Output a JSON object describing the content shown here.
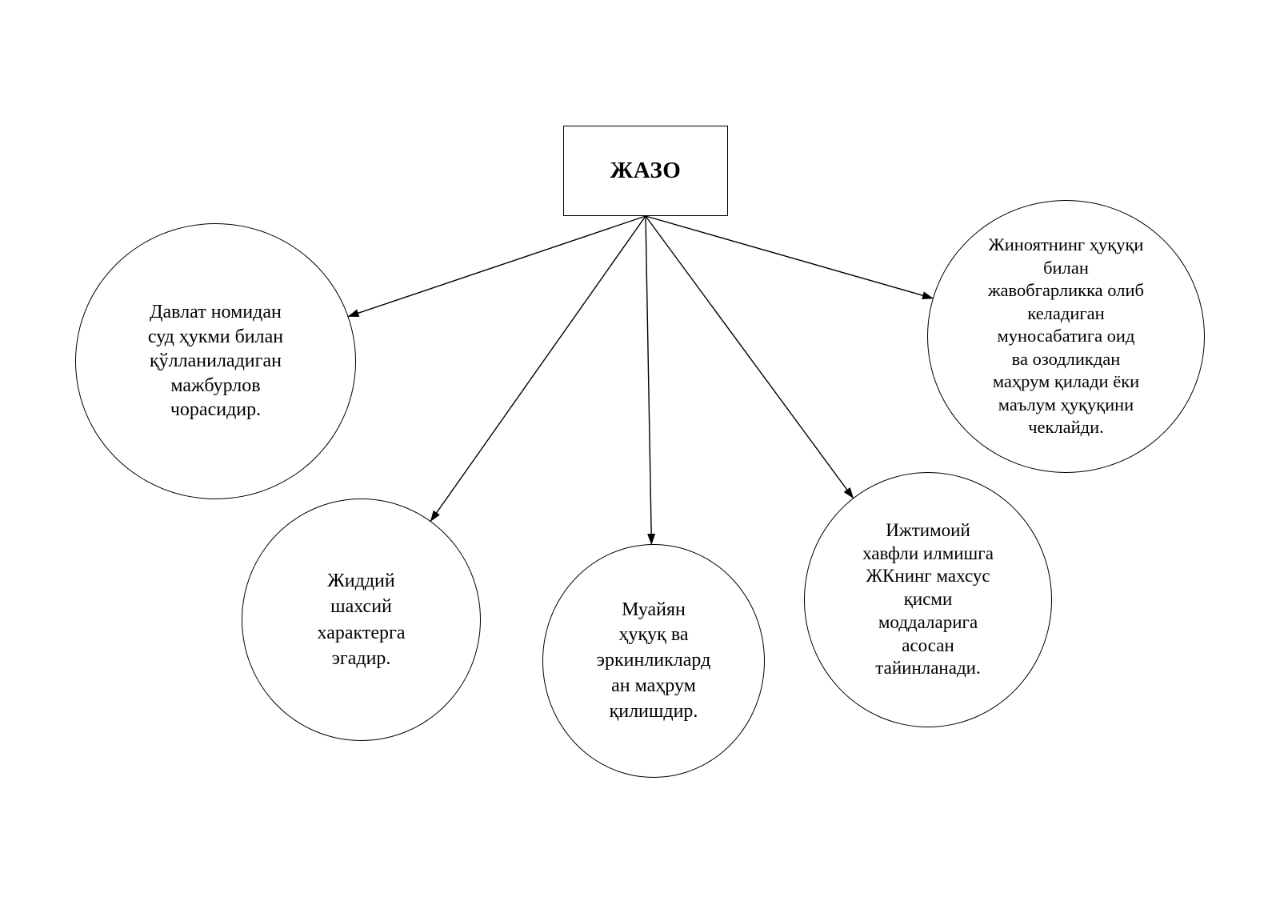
{
  "root": {
    "title": "ЖАЗО"
  },
  "nodes": [
    {
      "id": "n1",
      "text": "Давлат номидан\nсуд ҳукми билан\nқўлланиладиган\nмажбурлов\nчорасидир."
    },
    {
      "id": "n2",
      "text": "Жиддий\nшахсий\nхарактерга\nэгадир."
    },
    {
      "id": "n3",
      "text": "Муайян\nҳуқуқ ва\nэркинликлард\nан маҳрум\nқилишдир."
    },
    {
      "id": "n4",
      "text": "Ижтимоий\nхавфли илмишга\nЖКнинг махсус\nқисми\nмоддаларига\nасосан\nтайинланади."
    },
    {
      "id": "n5",
      "text": "Жиноятнинг ҳуқуқи\nбилан\nжавобгарликка олиб\nкеладиган\nмуносабатига оид\nва озодликдан\nмаҳрум қилади ёки\nмаълум ҳуқуқини\nчеклайди."
    }
  ],
  "edges": [
    {
      "from": "root",
      "to": "n1"
    },
    {
      "from": "root",
      "to": "n2"
    },
    {
      "from": "root",
      "to": "n3"
    },
    {
      "from": "root",
      "to": "n4"
    },
    {
      "from": "root",
      "to": "n5"
    }
  ]
}
